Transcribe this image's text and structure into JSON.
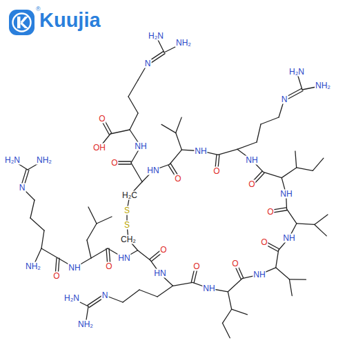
{
  "diagram": {
    "labels": [
      "Kuujia",
      "®",
      "H₂N",
      "NH₂",
      "N",
      "O",
      "OH",
      "NH",
      "O",
      "H₂N",
      "NH₂",
      "N",
      "H₂C",
      "S",
      "S",
      "CH₂",
      "HN",
      "NH",
      "NH",
      "NH",
      "NH",
      "NH",
      "NH",
      "HN",
      "O",
      "O",
      "O",
      "O",
      "O",
      "O",
      "O",
      "O",
      "H₂N",
      "NH₂",
      "N",
      "NH₂",
      "O",
      "NH",
      "O",
      "HN",
      "H₂N",
      "NH₂",
      "N"
    ]
  }
}
